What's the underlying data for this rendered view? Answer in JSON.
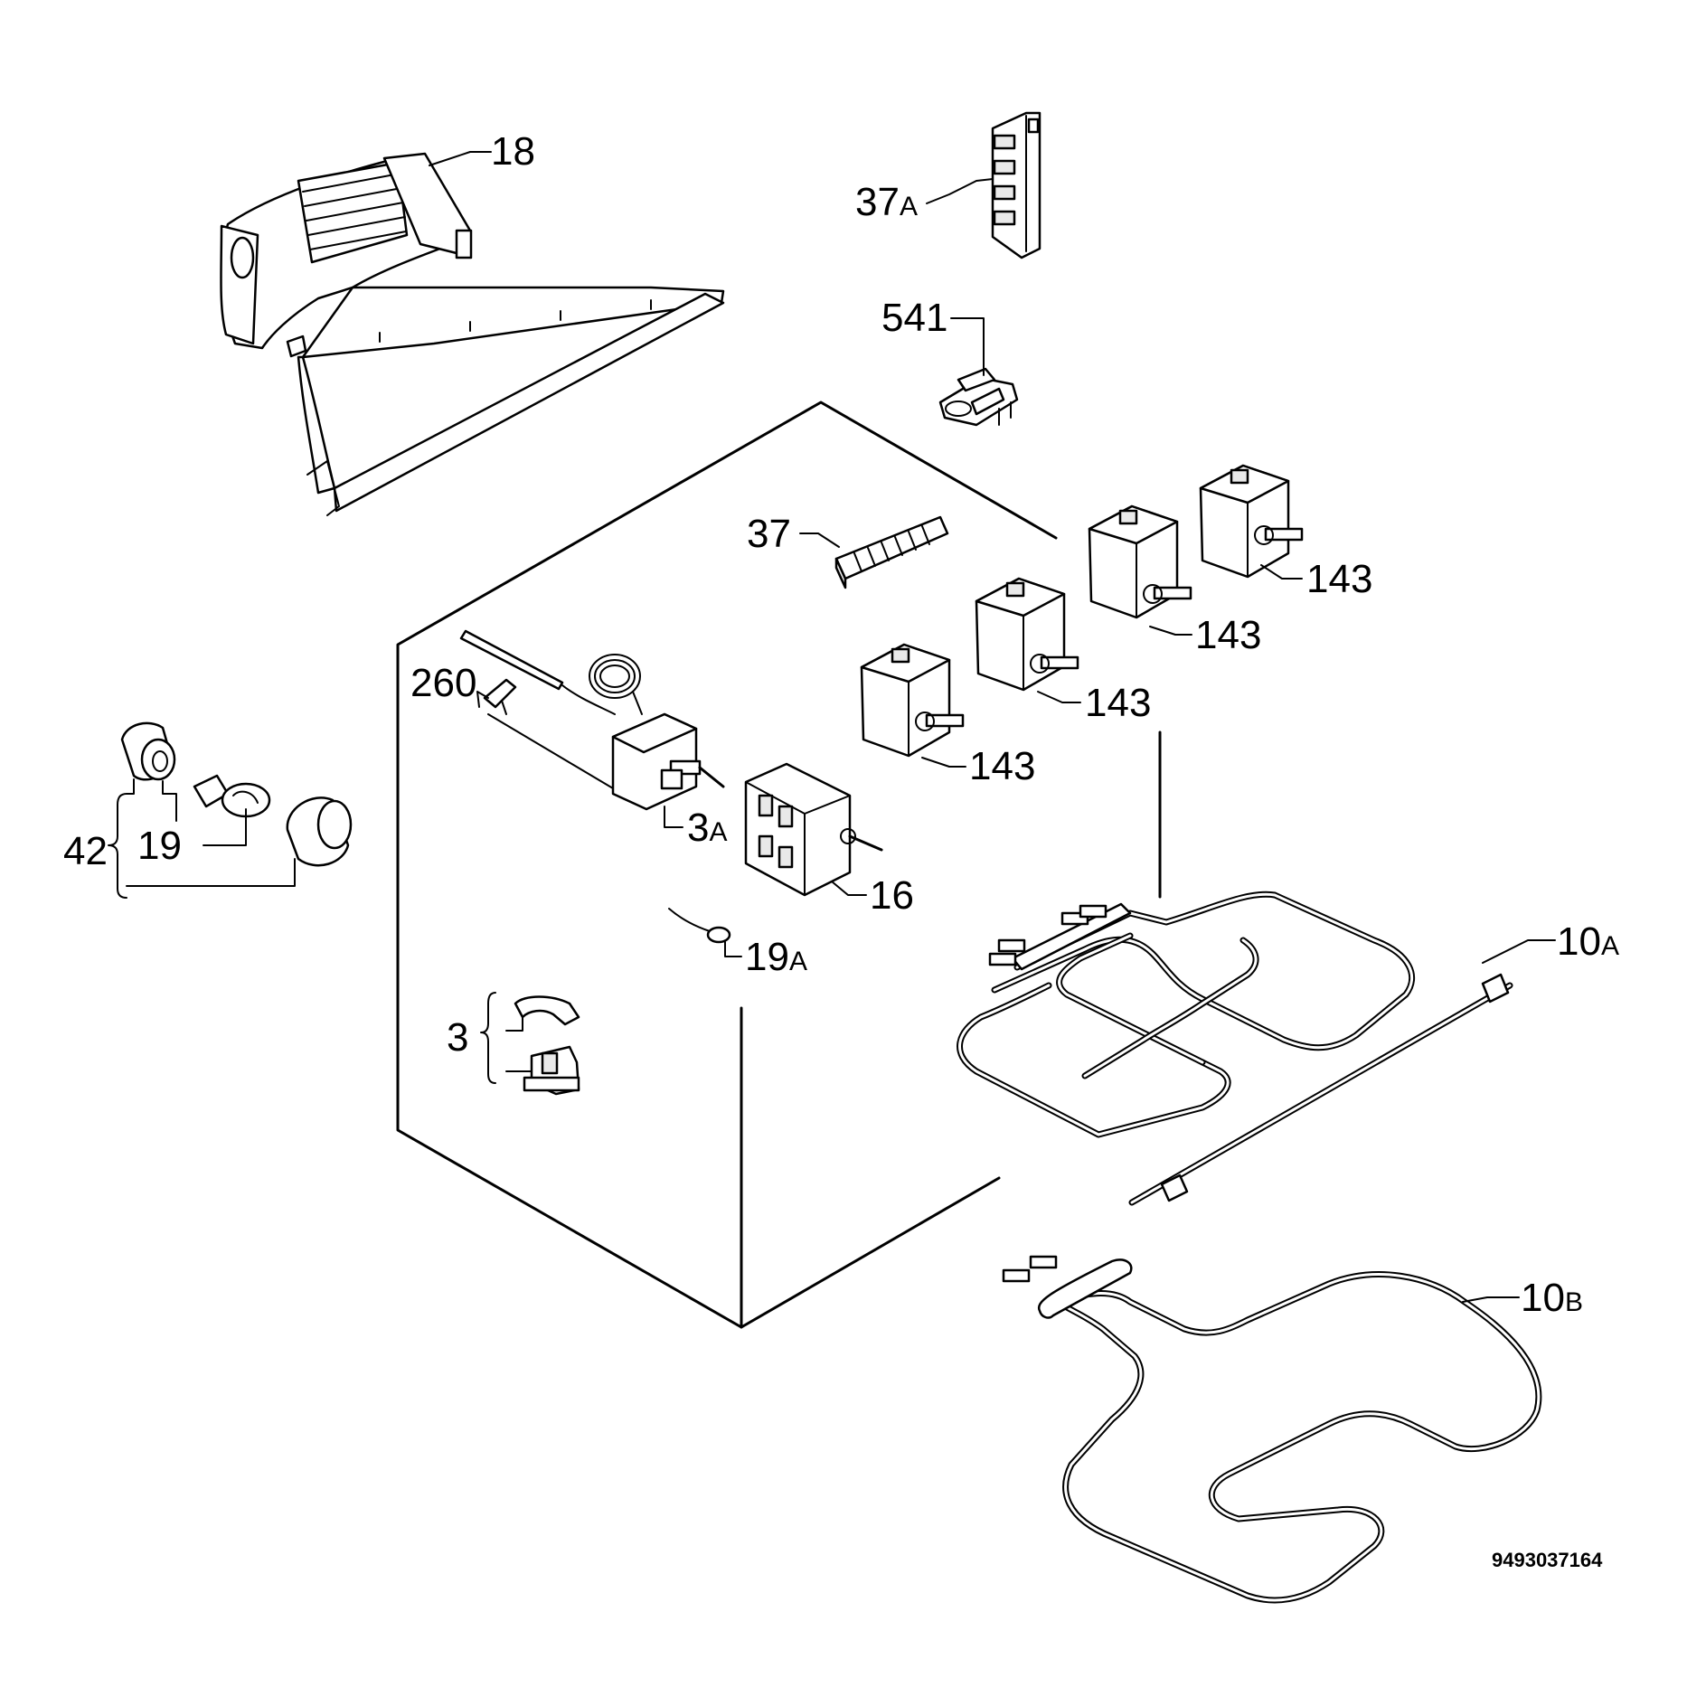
{
  "callouts": {
    "p18": "18",
    "p37a": "37",
    "p37a_suffix": "A",
    "p541": "541",
    "p37": "37",
    "p143_1": "143",
    "p143_2": "143",
    "p143_3": "143",
    "p143_4": "143",
    "p260": "260",
    "p3a": "3",
    "p3a_suffix": "A",
    "p16": "16",
    "p19a": "19",
    "p19a_suffix": "A",
    "p42": "42",
    "p19": "19",
    "p3": "3",
    "p10a": "10",
    "p10a_suffix": "A",
    "p10b": "10",
    "p10b_suffix": "B"
  },
  "document_number": "9493037164"
}
